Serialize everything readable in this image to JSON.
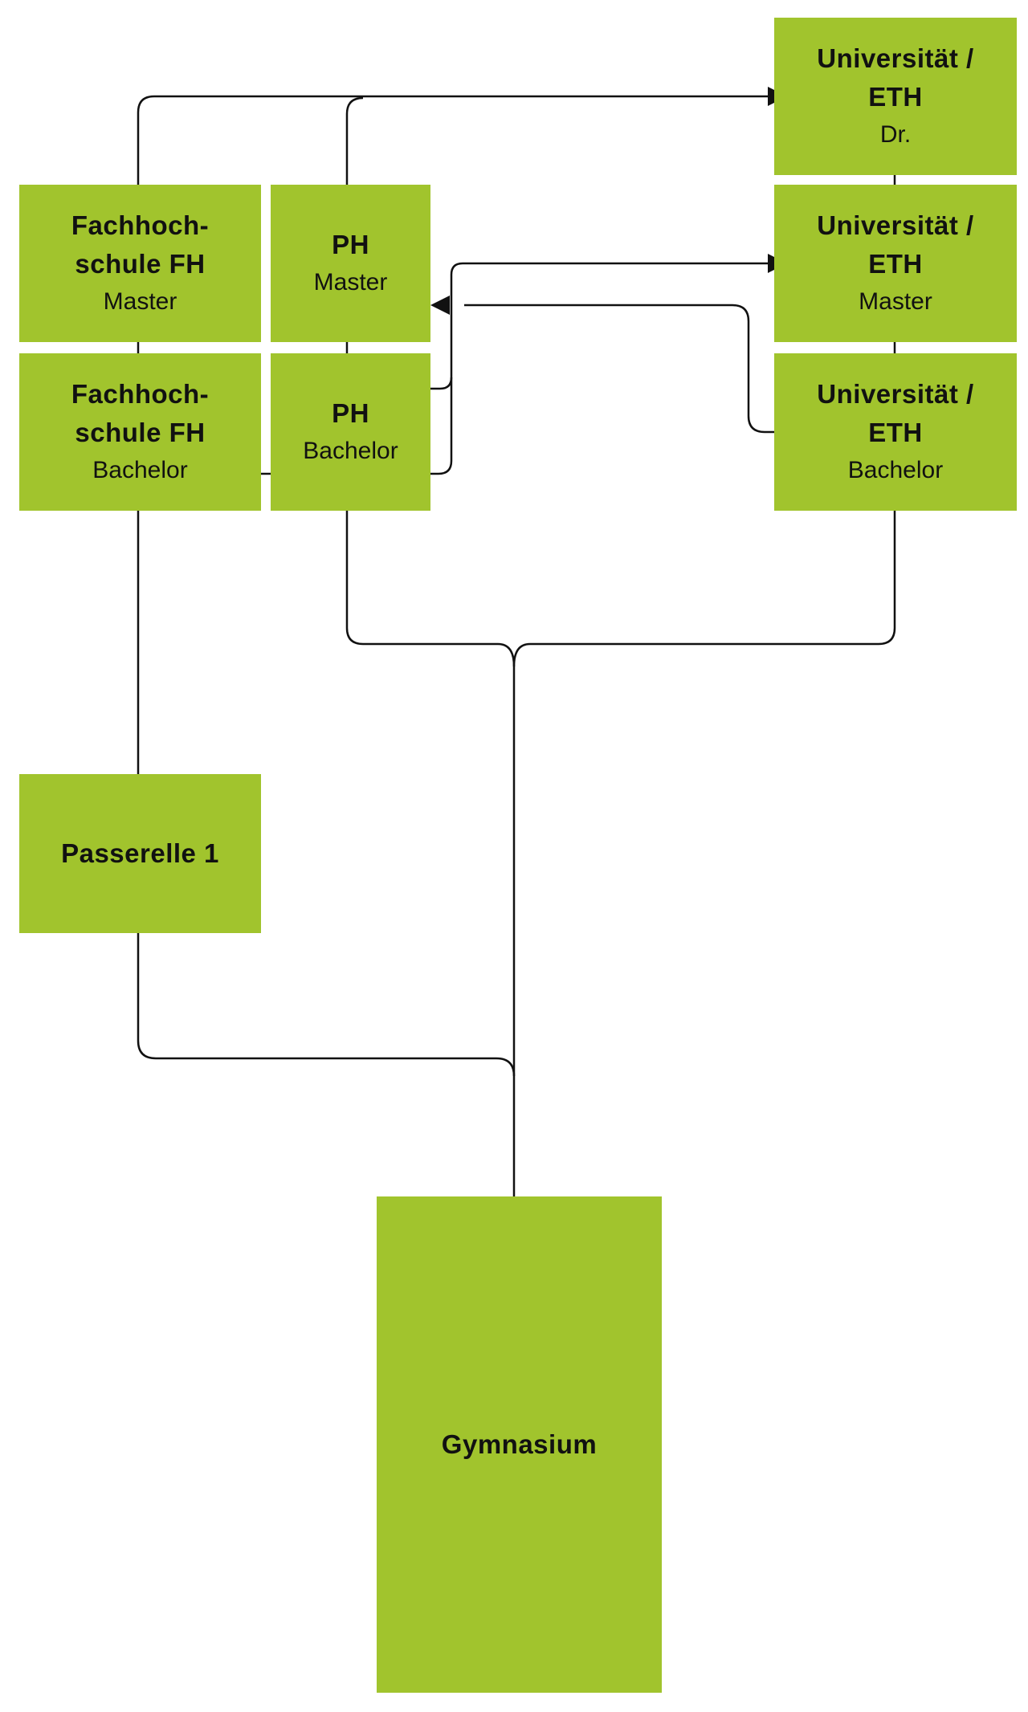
{
  "colors": {
    "box_fill": "#a1c42d",
    "line": "#111111",
    "background": "#ffffff"
  },
  "nodes": {
    "uni_dr": {
      "title_1": "Universität /",
      "title_2": "ETH",
      "sub": "Dr."
    },
    "uni_master": {
      "title_1": "Universität /",
      "title_2": "ETH",
      "sub": "Master"
    },
    "uni_bachelor": {
      "title_1": "Universität /",
      "title_2": "ETH",
      "sub": "Bachelor"
    },
    "fh_master": {
      "title_1": "Fachhoch-",
      "title_2": "schule FH",
      "sub": "Master"
    },
    "fh_bachelor": {
      "title_1": "Fachhoch-",
      "title_2": "schule FH",
      "sub": "Bachelor"
    },
    "ph_master": {
      "title": "PH",
      "sub": "Master"
    },
    "ph_bachelor": {
      "title": "PH",
      "sub": "Bachelor"
    },
    "passerelle": {
      "title": "Passerelle 1"
    },
    "gymnasium": {
      "title": "Gymnasium"
    }
  },
  "connections": [
    {
      "from": "gymnasium",
      "to": "passerelle"
    },
    {
      "from": "gymnasium",
      "to": "ph_bachelor"
    },
    {
      "from": "gymnasium",
      "to": "uni_bachelor"
    },
    {
      "from": "passerelle",
      "to": "fh_bachelor"
    },
    {
      "from": "fh_bachelor",
      "to": "fh_master"
    },
    {
      "from": "ph_bachelor",
      "to": "ph_master"
    },
    {
      "from": "uni_bachelor",
      "to": "uni_master"
    },
    {
      "from": "uni_master",
      "to": "uni_dr"
    },
    {
      "from": "fh_master",
      "to": "uni_dr"
    },
    {
      "from": "ph_master",
      "to": "uni_dr"
    },
    {
      "from": "fh_bachelor",
      "to": "uni_master"
    },
    {
      "from": "ph_bachelor",
      "to": "uni_master"
    },
    {
      "from": "uni_bachelor",
      "to": "ph_master"
    }
  ]
}
